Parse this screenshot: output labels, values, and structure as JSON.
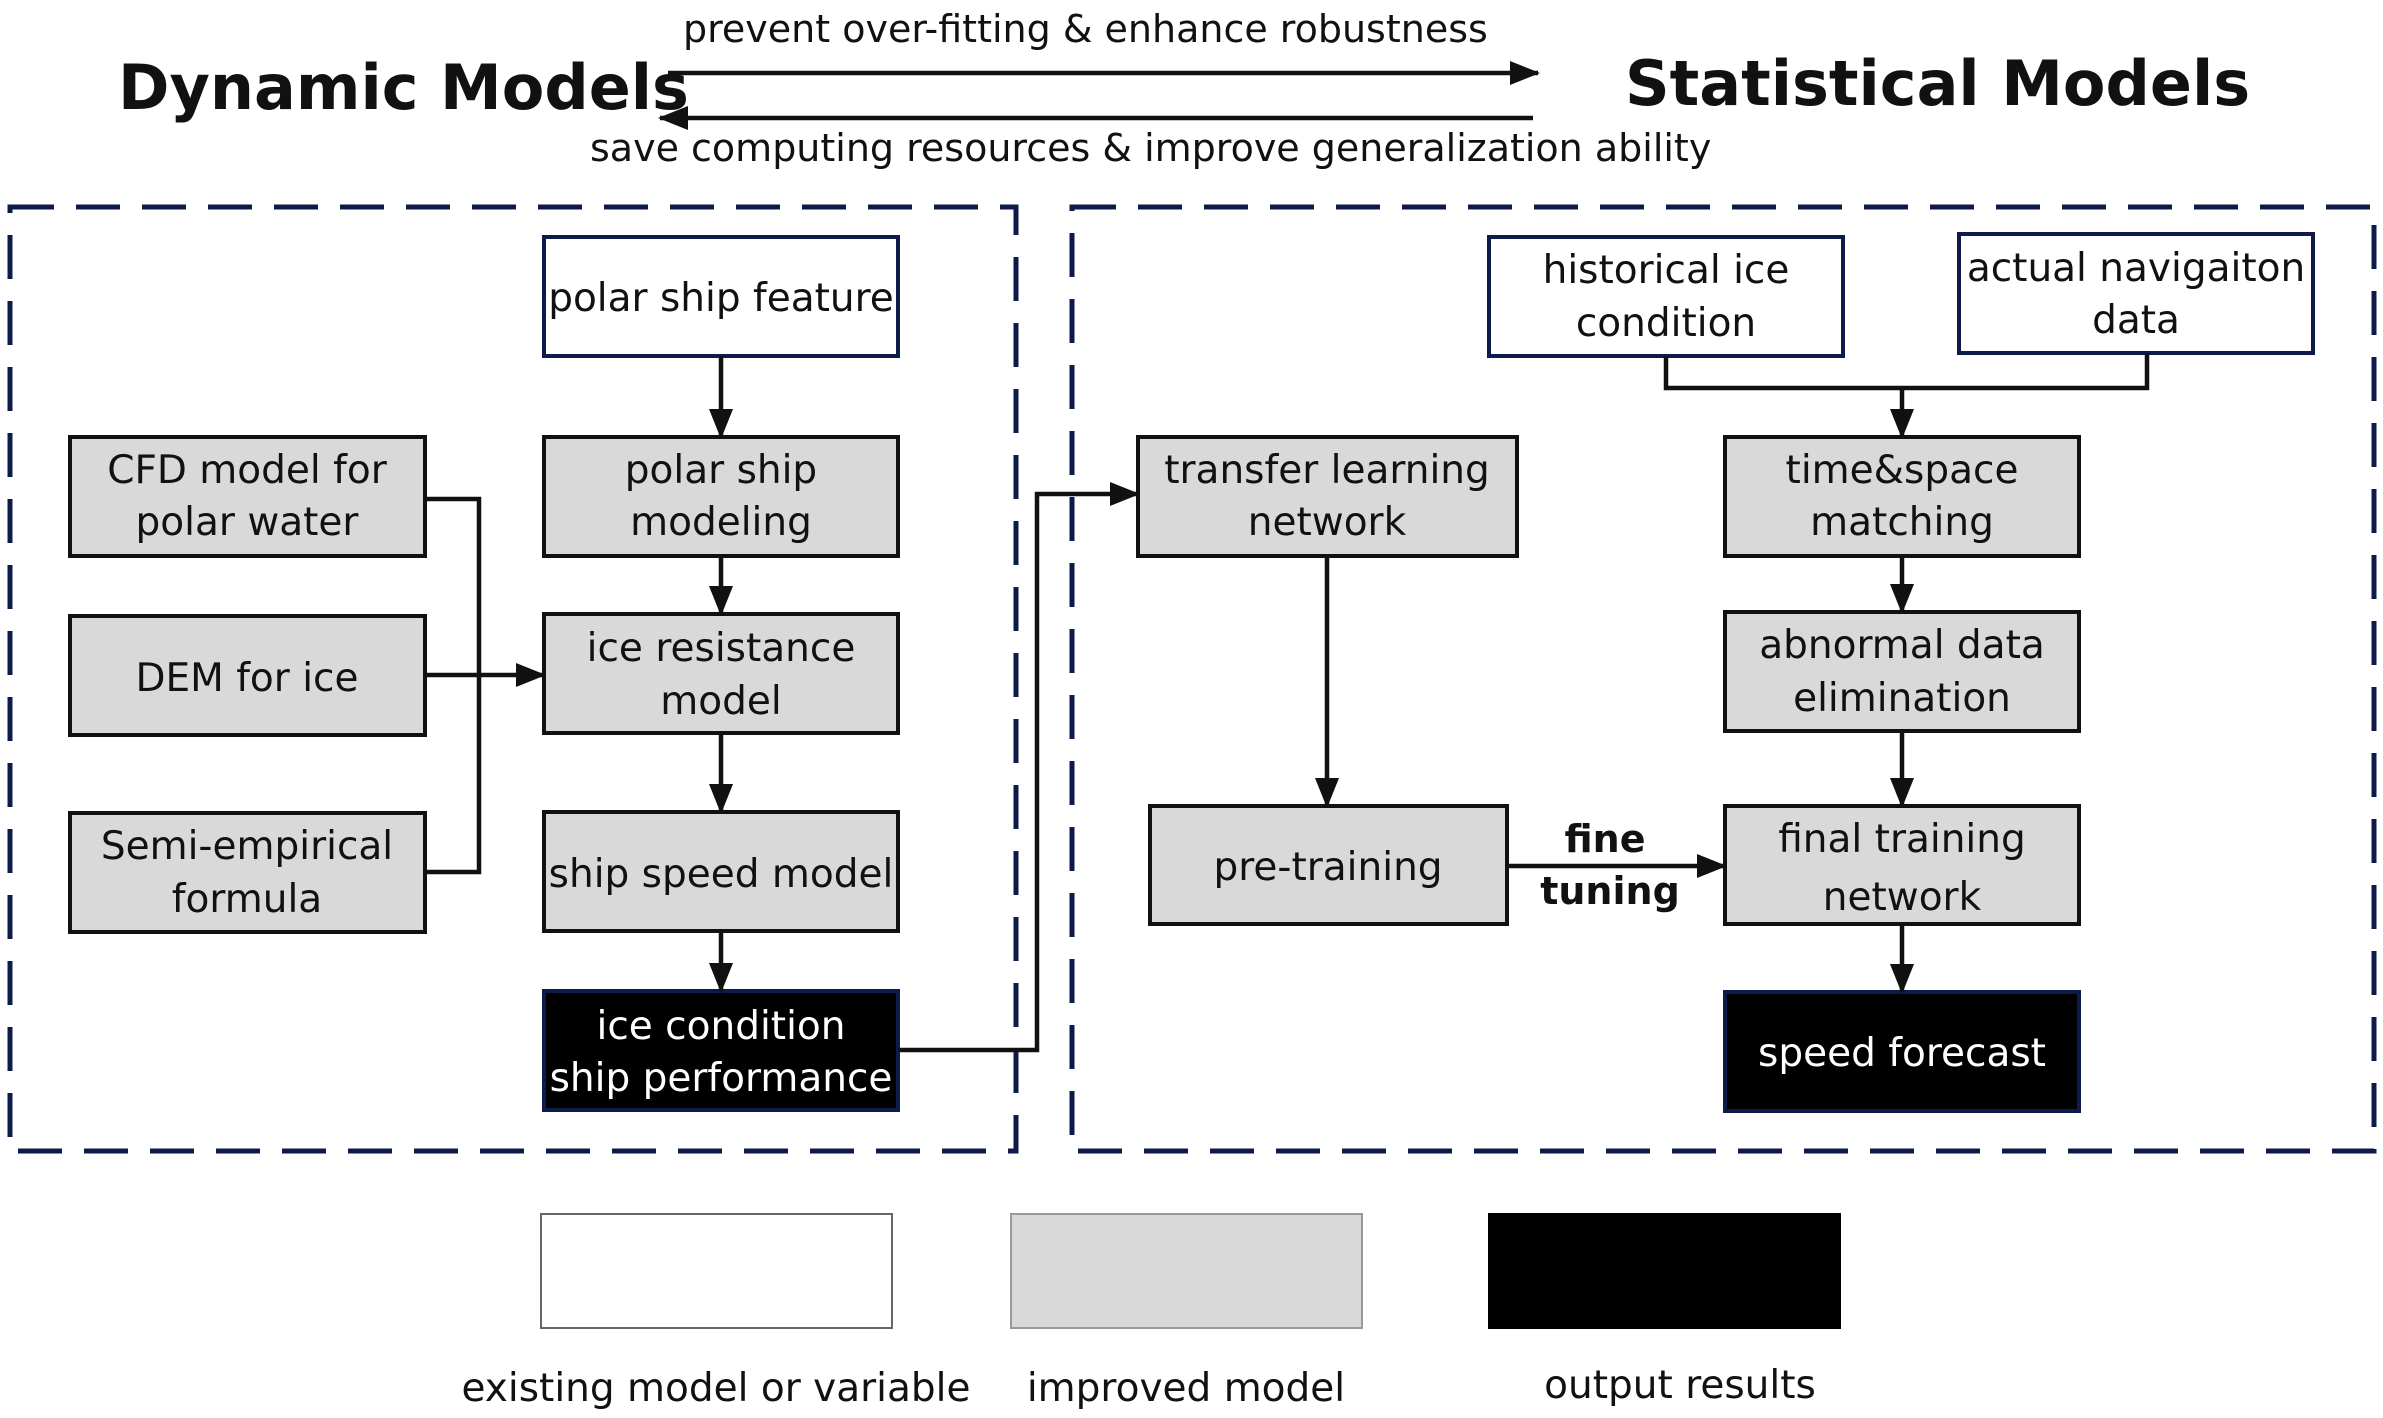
{
  "header": {
    "left_title": "Dynamic Models",
    "right_title": "Statistical Models",
    "top_arrow_caption": "prevent over-fitting & enhance robustness",
    "bottom_arrow_caption": "save computing resources & improve generalization ability"
  },
  "dynamic": {
    "polar_ship_feature": [
      "polar ship feature"
    ],
    "cfd_model": [
      "CFD model for",
      "polar water"
    ],
    "dem_for_ice": [
      "DEM for ice"
    ],
    "semi_empirical": [
      "Semi-empirical",
      "formula"
    ],
    "polar_ship_modeling": [
      "polar ship",
      "modeling"
    ],
    "ice_resistance": [
      "ice resistance",
      "model"
    ],
    "ship_speed": [
      "ship speed model"
    ],
    "ice_condition_output": [
      "ice condition",
      "ship performance"
    ]
  },
  "statistical": {
    "historical_ice": [
      "historical ice",
      "condition"
    ],
    "actual_navigation": [
      "actual navigaiton",
      "data"
    ],
    "transfer_learning": [
      "transfer learning",
      "network"
    ],
    "time_space": [
      "time&space",
      "matching"
    ],
    "abnormal_data": [
      "abnormal data",
      "elimination"
    ],
    "pre_training": [
      "pre-training"
    ],
    "final_training": [
      "final training",
      "network"
    ],
    "speed_forecast": [
      "speed forecast"
    ],
    "fine_tuning": [
      "fine",
      "tuning"
    ]
  },
  "legend": {
    "existing": "existing model or variable",
    "improved": "improved model",
    "output": "output results"
  }
}
